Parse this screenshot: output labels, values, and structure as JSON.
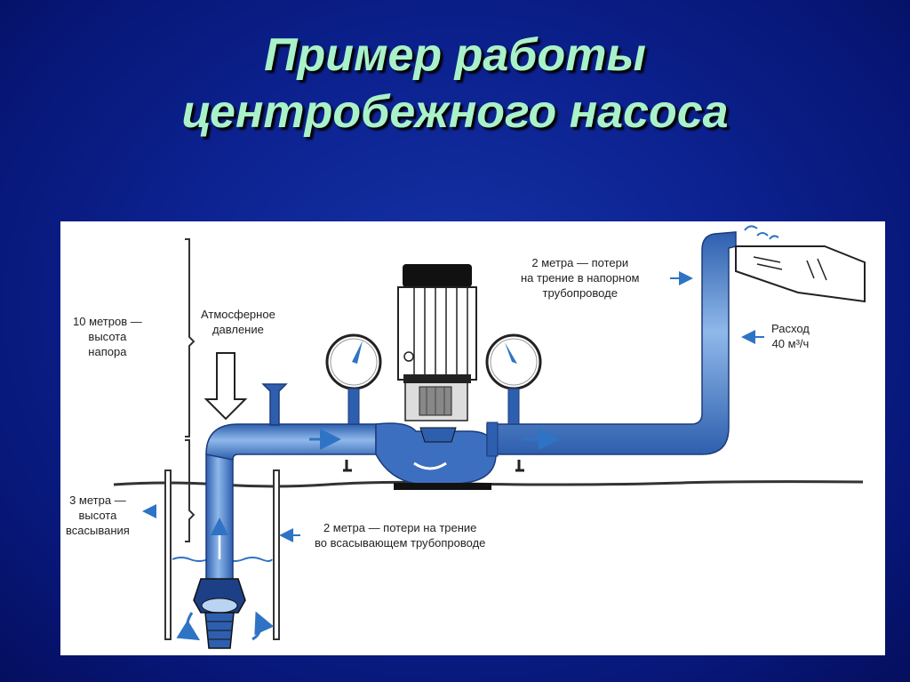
{
  "title": {
    "line1": "Пример работы",
    "line2": "центробежного насоса"
  },
  "labels": {
    "head": [
      "10 метров —",
      "высота",
      "напора"
    ],
    "atm": [
      "Атмосферное",
      "давление"
    ],
    "suction_height": [
      "3 метра —",
      "высота",
      "всасывания"
    ],
    "suction_loss": [
      "2 метра — потери на трение",
      "во всасывающем трубопроводе"
    ],
    "discharge_loss": [
      "2 метра — потери",
      "на трение в напорном",
      "трубопроводе"
    ],
    "flow": [
      "Расход",
      "40 м³/ч"
    ]
  },
  "colors": {
    "background": "#0c2290",
    "title": "#a9f2c9",
    "water": "#5b8fd0",
    "arrow": "#2f73c4"
  }
}
